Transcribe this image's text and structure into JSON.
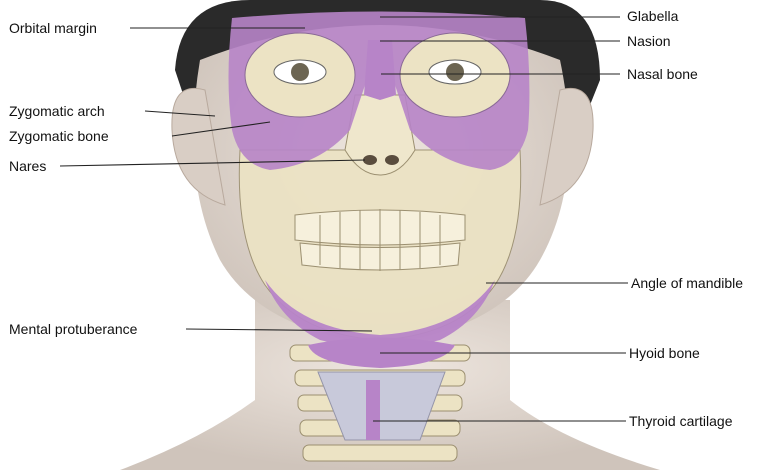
{
  "labels": {
    "orbital_margin": "Orbital margin",
    "glabella": "Glabella",
    "nasion": "Nasion",
    "nasal_bone": "Nasal bone",
    "zygomatic_arch": "Zygomatic arch",
    "zygomatic_bone": "Zygomatic bone",
    "nares": "Nares",
    "angle_of_mandible": "Angle of mandible",
    "mental_protuberance": "Mental protuberance",
    "hyoid_bone": "Hyoid bone",
    "thyroid_cartilage": "Thyroid cartilage"
  },
  "colors": {
    "highlight": "#b784c8",
    "bone": "#ece3c4",
    "skin": "#e6ddd6",
    "hair": "#2a2a2a",
    "leader": "#222222"
  }
}
